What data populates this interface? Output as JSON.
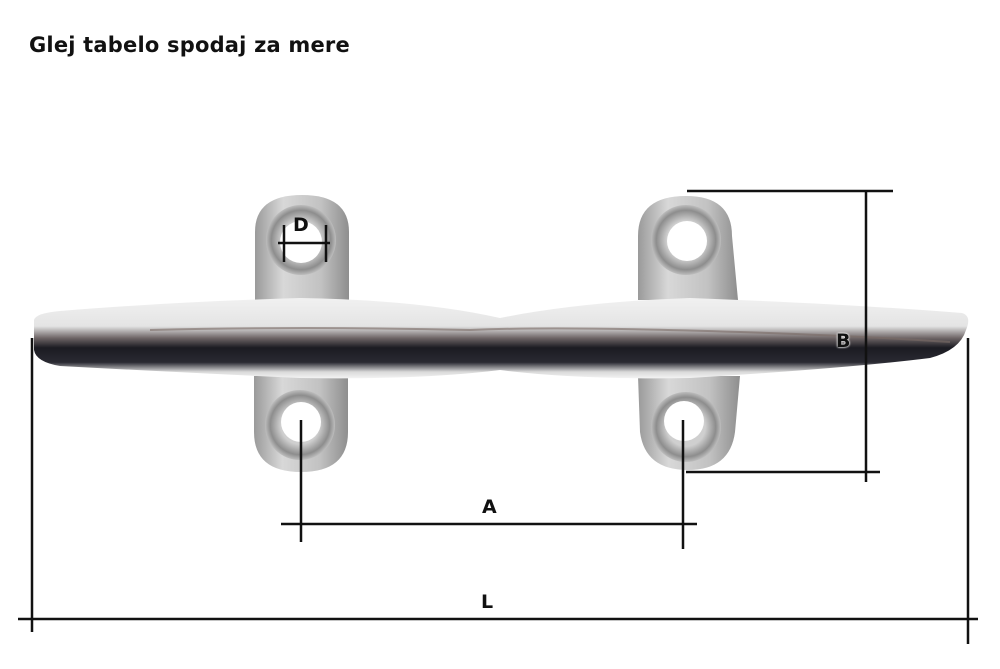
{
  "title": "Glej tabelo spodaj za mere",
  "diagram": {
    "subject": "cleat-stainless-steel",
    "labels": {
      "D": "D",
      "B": "B",
      "A": "A",
      "L": "L"
    },
    "line_color": "#111111"
  }
}
